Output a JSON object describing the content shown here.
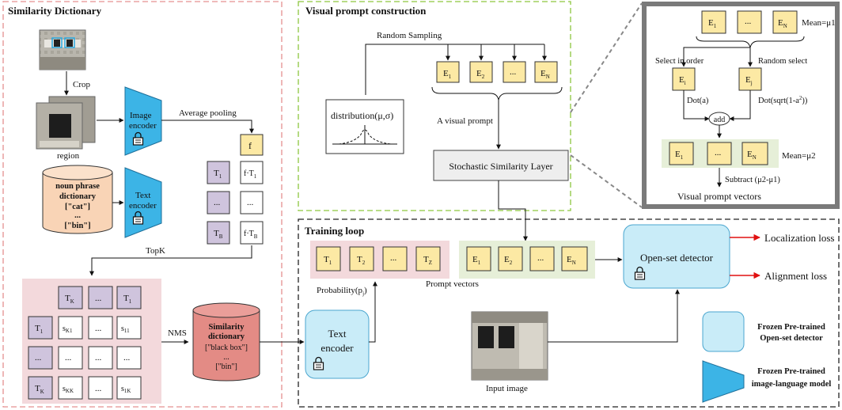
{
  "sections": {
    "similarity_dictionary": "Similarity Dictionary",
    "visual_prompt_construction": "Visual prompt  construction",
    "training_loop": "Training loop"
  },
  "left": {
    "crop": "Crop",
    "region": "region",
    "image_encoder": [
      "Image",
      "encoder"
    ],
    "average_pooling": "Average pooling",
    "f": "f",
    "noun_dict": [
      "noun phrase",
      "dictionary",
      "[\"cat\"]",
      "...",
      "[\"bin\"]"
    ],
    "text_encoder": [
      "Text",
      "encoder"
    ],
    "t_col": [
      "T",
      "...",
      "T"
    ],
    "t_col_sub": [
      "1",
      "",
      "B"
    ],
    "ft_col": [
      "f·T",
      "...",
      "f·T"
    ],
    "ft_col_sub": [
      "1",
      "",
      "B"
    ],
    "topk": "TopK",
    "nms": "NMS",
    "sim_dict": [
      "Similarity",
      "dictionary",
      "[\"black box\"]",
      "...",
      "[\"bin\"]"
    ],
    "matrix_header": [
      "T",
      "...",
      "T"
    ],
    "matrix_header_sub": [
      "K",
      "",
      "1"
    ],
    "matrix_rows": [
      {
        "t": "T",
        "sub": "1",
        "c1": "s",
        "c1s": "K1",
        "c2": "...",
        "c3": "s",
        "c3s": "11"
      },
      {
        "t": "...",
        "sub": "",
        "c1": "...",
        "c1s": "",
        "c2": "...",
        "c3": "...",
        "c3s": ""
      },
      {
        "t": "T",
        "sub": "K",
        "c1": "s",
        "c1s": "KK",
        "c2": "...",
        "c3": "s",
        "c3s": "1K"
      }
    ]
  },
  "vpc": {
    "random_sampling": "Random Sampling",
    "distribution": "distribution(μ,σ)",
    "e_boxes": [
      "E",
      "E",
      "...",
      "E"
    ],
    "e_subs": [
      "1",
      "2",
      "",
      "N"
    ],
    "visual_prompt": "A visual prompt",
    "ssl": "Stochastic Similarity Layer"
  },
  "zoom": {
    "top_e": [
      "E",
      "...",
      "E"
    ],
    "top_e_sub": [
      "1",
      "",
      "N"
    ],
    "mean1": "Mean=μ1",
    "select_in_order": "Select in order",
    "random_select": "Random select",
    "ei": "E",
    "ei_sub": "i",
    "ej": "E",
    "ej_sub": "j",
    "dot_a": "Dot(a)",
    "dot_sqrt": "Dot(sqrt(1-a",
    "dot_sqrt_sup": "2",
    "dot_sqrt_end": "))",
    "add": "add",
    "bottom_e": [
      "E",
      "...",
      "E"
    ],
    "bottom_e_sub": [
      "1",
      "",
      "N"
    ],
    "mean2": "Mean=μ2",
    "subtract": "Subtract (μ2-μ1)",
    "caption": "Visual prompt vectors"
  },
  "training": {
    "t_boxes": [
      "T",
      "T",
      "...",
      "T"
    ],
    "t_subs": [
      "1",
      "2",
      "",
      "Z"
    ],
    "e_boxes": [
      "E",
      "E",
      "...",
      "E"
    ],
    "e_subs": [
      "1",
      "2",
      "",
      "N"
    ],
    "probability": "Probability(p",
    "probability_sub": "j",
    "probability_end": ")",
    "prompt_vectors": "Prompt vectors",
    "text_encoder": [
      "Text",
      "encoder"
    ],
    "input_image": "Input image",
    "detector": "Open-set detector",
    "loc_loss": "Localization loss",
    "align_loss": "Alignment loss",
    "legend1": [
      "Frozen Pre-trained",
      "Open-set detector"
    ],
    "legend2": [
      "Frozen Pre-trained",
      "image-language model"
    ]
  },
  "colors": {
    "yellow": "#fce9a4",
    "purple": "#cfc4dd",
    "blue": "#6ec8ec",
    "lightblue": "#c9ecf8",
    "orange": "#f9d4b6",
    "red": "#e38b85",
    "pink": "#f3d9dc",
    "green": "#e6efd8",
    "arrow_red": "#e01010"
  }
}
